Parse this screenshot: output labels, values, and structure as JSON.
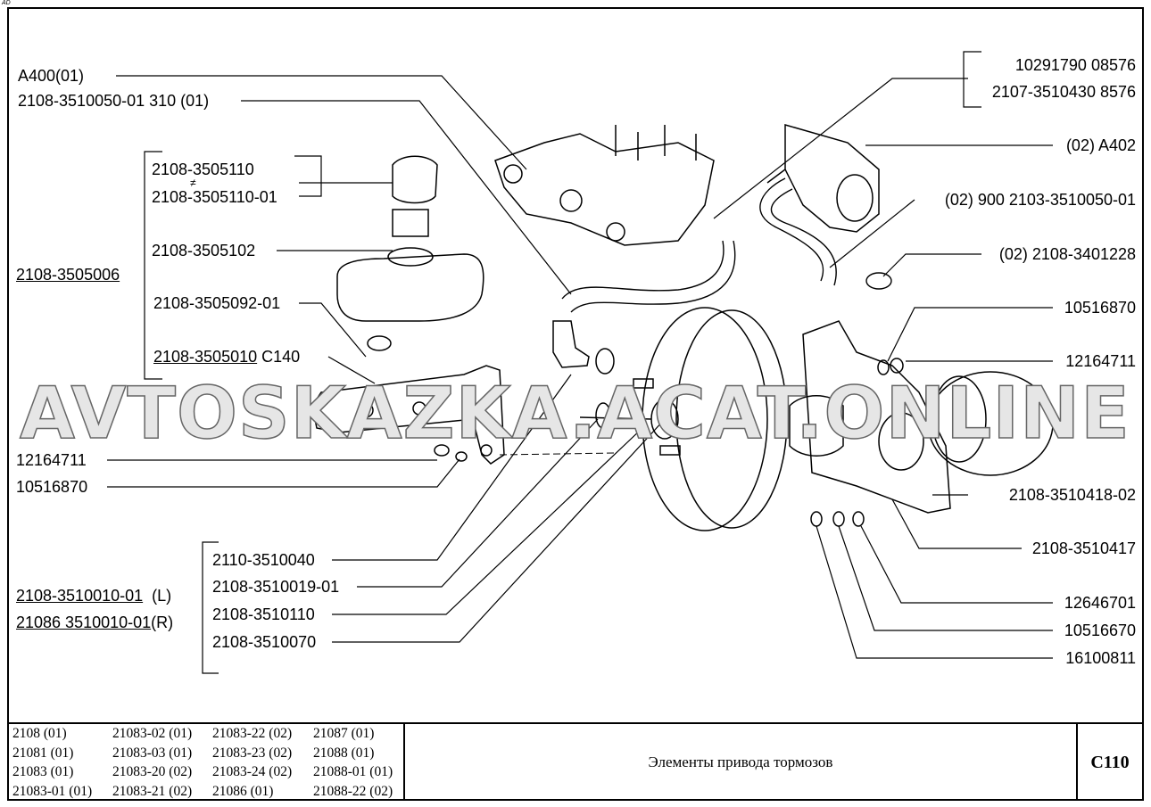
{
  "corner_mark": "AD",
  "watermark": "AVTOSKAZKA.ACAT.ONLINE",
  "left_labels": {
    "a400": "A400(01)",
    "hose": "2108-3510050-01  310 (01)",
    "cap": "2108-3505110",
    "cap_neq": "≠",
    "cap_alt": "2108-3505110-01",
    "filter": "2108-3505102",
    "reservoir_asm": "2108-3505006",
    "reservoir_seal": "2108-3505092-01",
    "reservoir": "2108-3505010",
    "reservoir_suffix": "C140",
    "nut": "12164711",
    "washer": "10516870",
    "mc_left": "2108-3510010-01",
    "mc_left_suffix": "(L)",
    "mc_right": "21086 3510010-01",
    "mc_right_suffix": "(R)",
    "p1": "2110-3510040",
    "p2": "2108-3510019-01",
    "p3": "2108-3510110",
    "p4": "2108-3510070"
  },
  "right_labels": {
    "clamp1": "10291790  08576",
    "clamp2": "2107-3510430  8576",
    "a402": "(02) A402",
    "hose2": "(02) 900  2103-3510050-01",
    "clip": "(02) 2108-3401228",
    "washer": "10516870",
    "nut": "12164711",
    "bracket": "2108-3510418-02",
    "bracket2": "2108-3510417",
    "b1": "12646701",
    "b2": "10516670",
    "b3": "16100811"
  },
  "footer": {
    "models": [
      "2108 (01)",
      "21083-02 (01)",
      "21083-22 (02)",
      "21087 (01)",
      "21081 (01)",
      "21083-03 (01)",
      "21083-23 (02)",
      "21088 (01)",
      "21083 (01)",
      "21083-20 (02)",
      "21083-24 (02)",
      "21088-01 (01)",
      "21083-01 (01)",
      "21083-21 (02)",
      "21086 (01)",
      "21088-22 (02)"
    ],
    "title": "Элементы привода тормозов",
    "code": "C110"
  }
}
